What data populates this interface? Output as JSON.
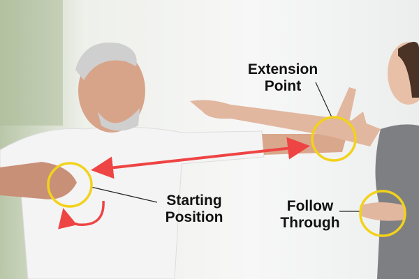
{
  "labels": {
    "extension": {
      "line1": "Extension",
      "line2": "Point"
    },
    "starting": {
      "line1": "Starting",
      "line2": "Position"
    },
    "follow": {
      "line1": "Follow",
      "line2": "Through"
    }
  },
  "colors": {
    "highlight_circle": "#f2d21b",
    "arrow": "#ee4444",
    "leader_line": "#222222"
  }
}
